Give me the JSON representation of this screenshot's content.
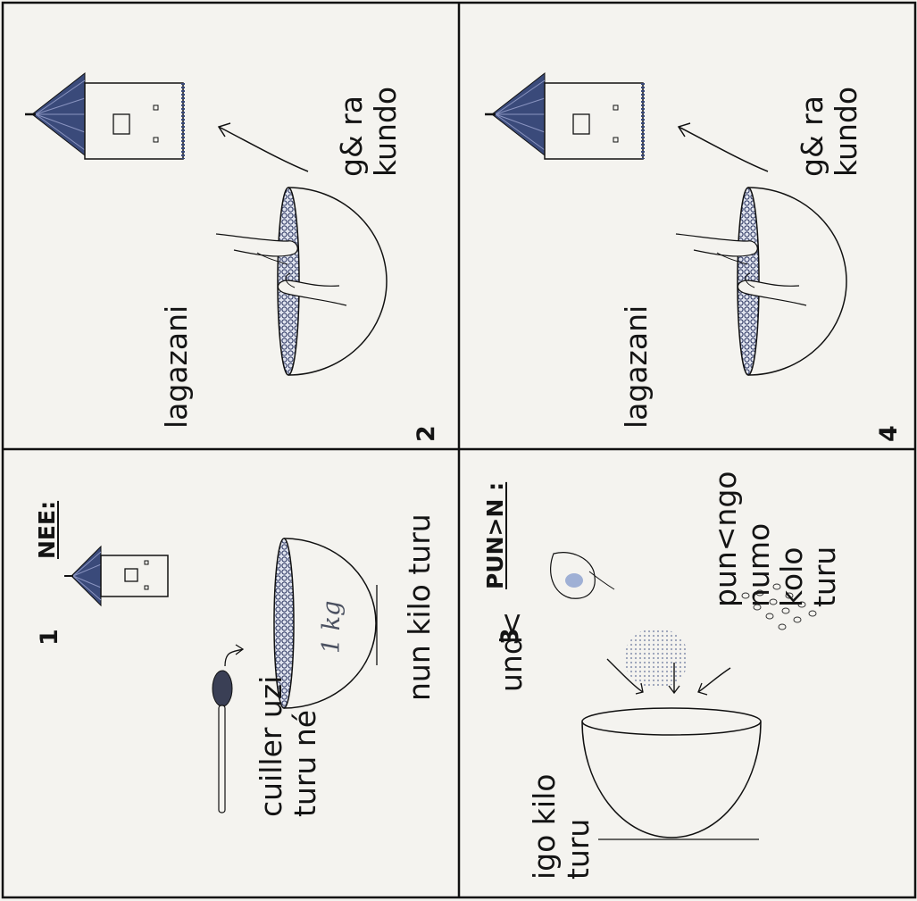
{
  "panels": {
    "p1": {
      "number": "1",
      "heading": "NEE:",
      "spoon_label": [
        "cuiller uzi",
        "turu né"
      ],
      "bowl_marking": "1 kg",
      "bottom_label": "nun kilo turu"
    },
    "p2": {
      "number": "2",
      "left_label": "lagazani",
      "right_label": [
        "g& ra",
        "kundo"
      ]
    },
    "p3": {
      "number": "3",
      "heading": "PUN>N :",
      "left_label": [
        "igo kilo",
        "turu"
      ],
      "middle_label": "und<",
      "right_label": [
        "pun<ngo",
        "numo",
        "kolo",
        "turu"
      ]
    },
    "p4": {
      "number": "4",
      "left_label": "lagazani",
      "right_label": [
        "g& ra",
        "kundo"
      ]
    }
  },
  "colors": {
    "ink": "#141414",
    "paper": "#f4f3ef",
    "thatch": "#3a4a7a",
    "grain": "#5a6a9a"
  }
}
